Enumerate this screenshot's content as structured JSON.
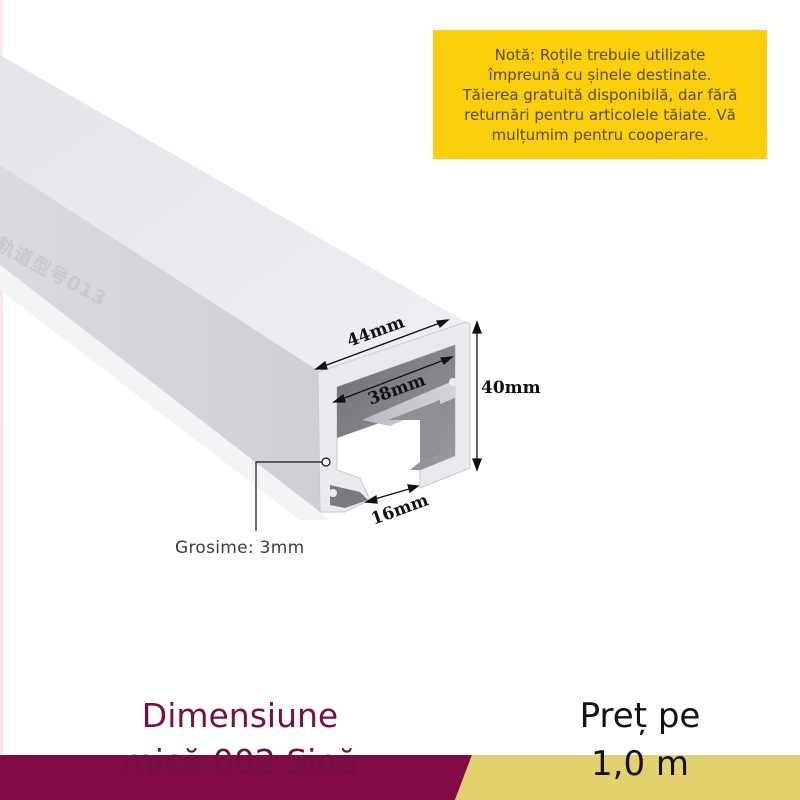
{
  "note": {
    "lines": [
      "Notă: Roțile trebuie utilizate",
      "împreună cu șinele destinate.",
      "Tăierea gratuită disponibilă, dar fără",
      "returnări pentru articolele tăiate. Vă",
      "mulțumim pentru cooperare."
    ],
    "background": "#fbcf0c"
  },
  "product": {
    "watermark": "轨道型号013",
    "dimensions": {
      "outer_width": "44mm",
      "inner_width": "38mm",
      "height": "40mm",
      "opening": "16mm"
    },
    "thickness_label": "Grosime: 3mm"
  },
  "banner": {
    "title_line1": "Dimensiune",
    "title_line2": "mică 002 Șină",
    "price_line1": "Preț pe",
    "price_line2": "1,0 m",
    "colors": {
      "maroon": "#820b45",
      "gold": "#e2d16d",
      "title_text": "#7a0f44"
    }
  }
}
